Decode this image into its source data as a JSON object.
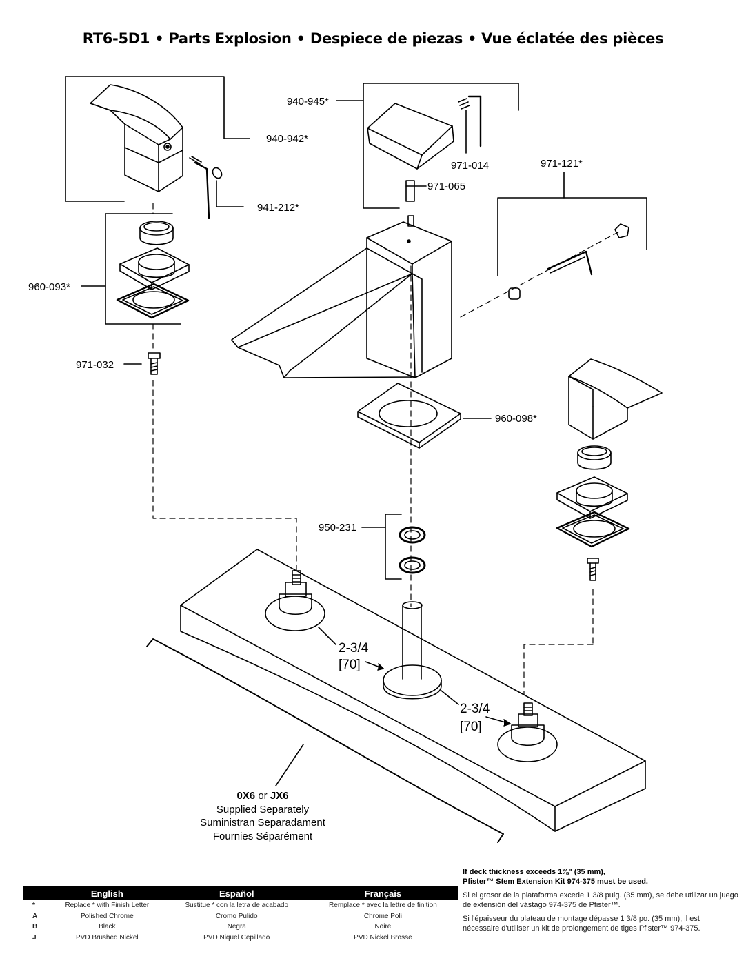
{
  "title": "RT6-5D1 • Parts Explosion • Despiece de piezas • Vue éclatée des pièces",
  "parts": {
    "p940_945": "940-945*",
    "p940_942": "940-942*",
    "p971_014": "971-014",
    "p971_121": "971-121*",
    "p971_065": "971-065",
    "p941_212": "941-212*",
    "p960_093": "960-093*",
    "p971_032": "971-032",
    "p960_098": "960-098*",
    "p950_231": "950-231"
  },
  "dimensions": {
    "d1_value": "2-3/4",
    "d1_metric": "[70]",
    "d2_value": "2-3/4",
    "d2_metric": "[70]"
  },
  "supplied": {
    "code_a": "0X6",
    "or": " or ",
    "code_b": "JX6",
    "line1": "Supplied Separately",
    "line2": "Suministran Separadament",
    "line3": "Fournies Séparément"
  },
  "finish_table": {
    "headers": [
      "English",
      "Español",
      "Français"
    ],
    "rows": [
      {
        "code": "*",
        "en": "Replace * with Finish Letter",
        "es": "Sustitue * con la letra de acabado",
        "fr": "Remplace * avec la lettre de finition"
      },
      {
        "code": "A",
        "en": "Polished Chrome",
        "es": "Cromo Pulido",
        "fr": "Chrome Poli"
      },
      {
        "code": "B",
        "en": "Black",
        "es": "Negra",
        "fr": "Noire"
      },
      {
        "code": "J",
        "en": "PVD Brushed Nickel",
        "es": "PVD Niquel Cepillado",
        "fr": "PVD Nickel Brosse"
      }
    ]
  },
  "notes": {
    "en_line1": "If deck thickness exceeds 1⅜\" (35 mm),",
    "en_line2": "Pfister™ Stem Extension Kit 974-375 must be used.",
    "es": "Si el grosor de la plataforma excede 1 3/8 pulg. (35 mm), se debe utilizar un juego de extensión del vástago 974-375 de Pfister™.",
    "fr": "Si l'épaisseur du plateau de montage dépasse 1 3/8 po. (35 mm), il est nécessaire d'utiliser un kit de prolongement de tiges Pfister™ 974-375."
  }
}
